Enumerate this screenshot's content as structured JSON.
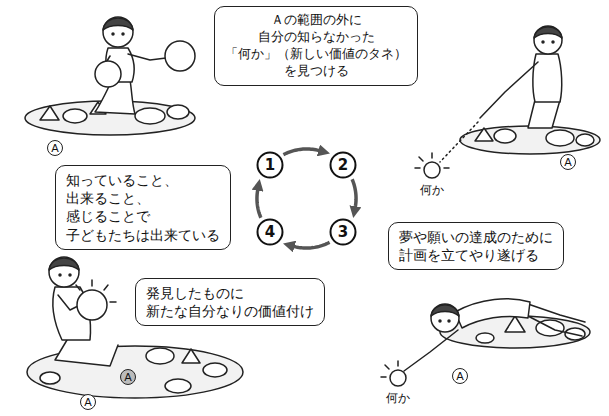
{
  "diagram": {
    "nodes": [
      {
        "text": [
          "Ａの範囲の外に 自分の知らなかった 「何か」（新しい価値のタネ） を見つける"
        ]
      },
      {
        "text": [
          "1"
        ]
      },
      {
        "text": [
          "2"
        ]
      },
      {
        "text": [
          "知っていること、 出来ること、 感じることで 子どもたちは出来ている"
        ]
      },
      {
        "text": [
          "4"
        ]
      },
      {
        "text": [
          "3"
        ]
      },
      {
        "text": [
          "夢や願いの達成のために 計画を立てやり遂げる"
        ]
      },
      {
        "text": [
          "発見したものに 新たな自分なりの価値付け"
        ]
      }
    ],
    "edges": [
      {
        "from": 1,
        "to": 2,
        "arrow": "to"
      },
      {
        "from": 2,
        "to": 5,
        "arrow": "to"
      },
      {
        "from": 5,
        "to": 4,
        "arrow": "to"
      },
      {
        "from": 4,
        "to": 1,
        "arrow": "to"
      }
    ],
    "labels": [
      "A",
      "A",
      "何か",
      "A",
      "A",
      "何か",
      "A"
    ]
  }
}
